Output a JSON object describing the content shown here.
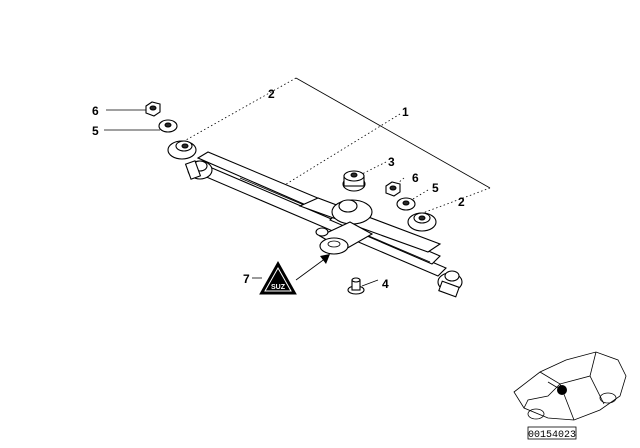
{
  "diagram": {
    "callouts": [
      {
        "id": "label-6-left",
        "text": "6"
      },
      {
        "id": "label-5-left",
        "text": "5"
      },
      {
        "id": "label-2-top",
        "text": "2"
      },
      {
        "id": "label-1",
        "text": "1"
      },
      {
        "id": "label-3",
        "text": "3"
      },
      {
        "id": "label-6-right",
        "text": "6"
      },
      {
        "id": "label-5-right",
        "text": "5"
      },
      {
        "id": "label-2-right",
        "text": "2"
      },
      {
        "id": "label-7",
        "text": "7"
      },
      {
        "id": "label-4",
        "text": "4"
      }
    ],
    "seal_label": "SUZ",
    "image_code": "00154023"
  }
}
